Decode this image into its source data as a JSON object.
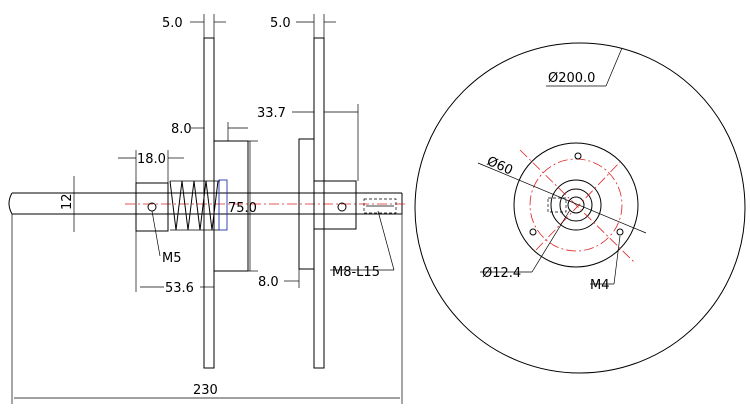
{
  "dimensions": {
    "plate_thickness_left": "5.0",
    "plate_thickness_right": "5.0",
    "hub_offset": "8.0",
    "hub_offset_bottom": "8.0",
    "spacer_length": "33.7",
    "spring_block": "18.0",
    "shaft_diameter": "12",
    "hub_height": "75.0",
    "thread_left": "M5",
    "spring_length": "53.6",
    "thread_right": "M8-L15",
    "total_length": "230",
    "disc_diameter": "Ø200.0",
    "bolt_circle": "Ø60",
    "bore_diameter": "Ø12.4",
    "bolt_thread": "M4"
  },
  "colors": {
    "line": "#000000",
    "centerline": "#dd2222",
    "hidden": "#2233aa"
  }
}
